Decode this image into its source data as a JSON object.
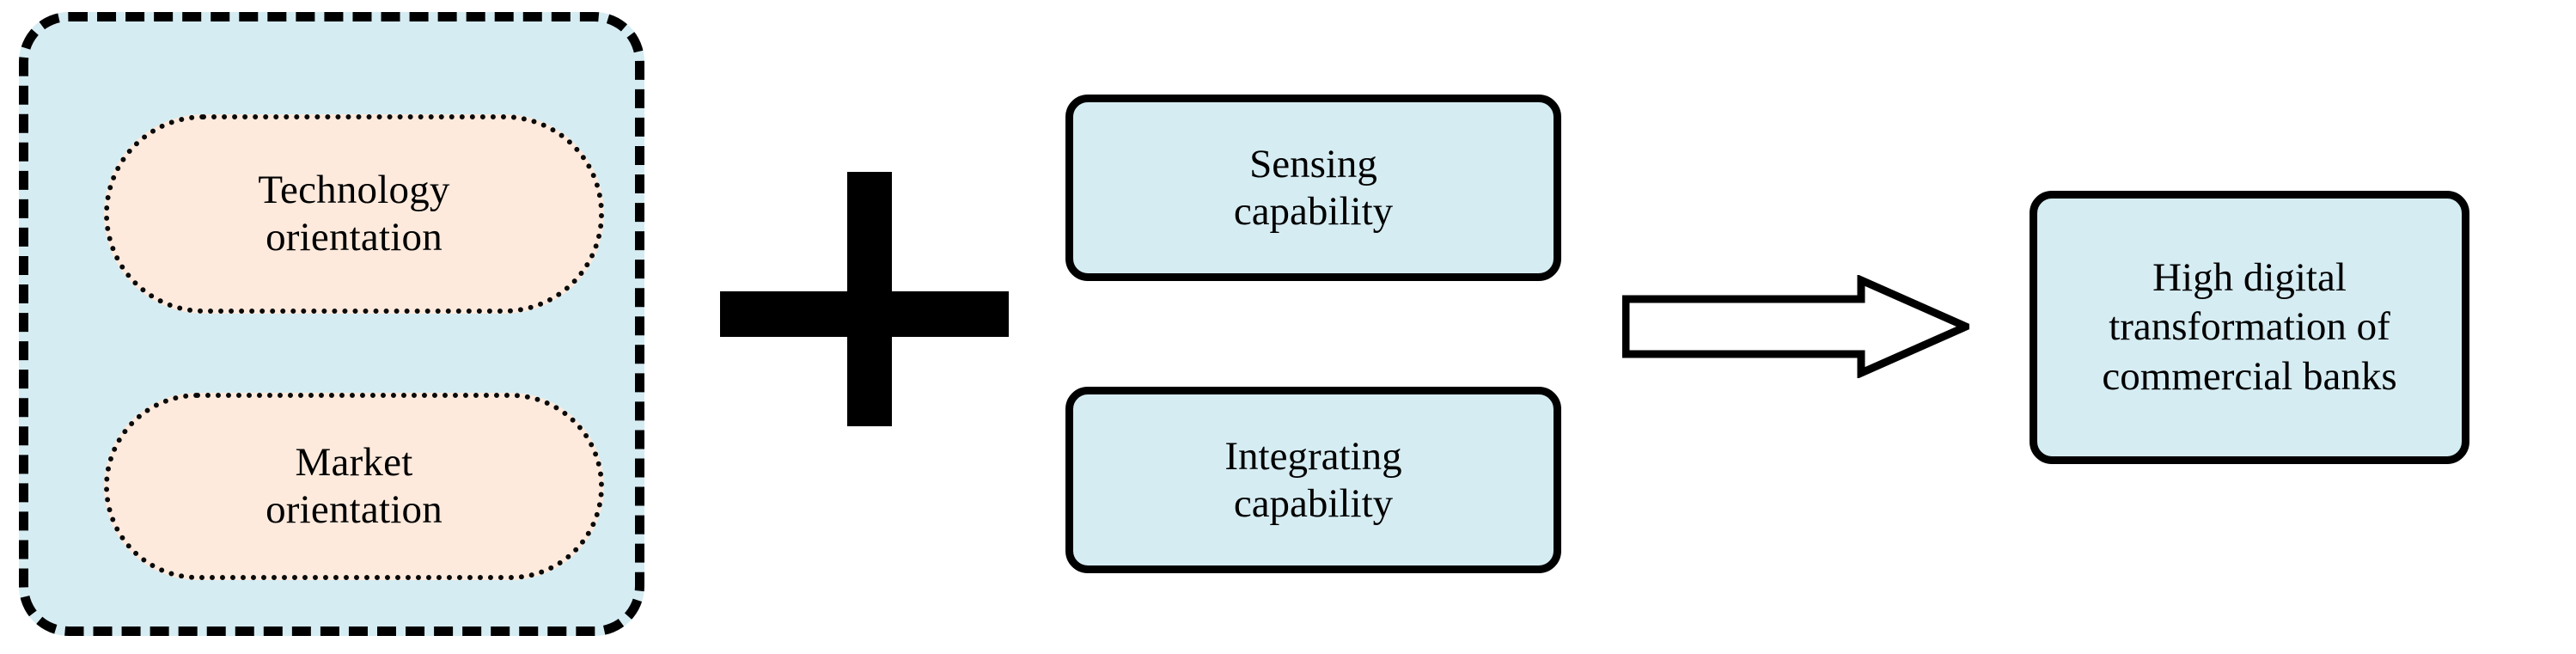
{
  "diagram": {
    "type": "conceptual-flow",
    "colors": {
      "panel_fill": "#d5ecf2",
      "pill_fill": "#fdeadd",
      "stroke": "#000000",
      "background": "#ffffff"
    },
    "antecedent_group": {
      "name": "strategic-orientation-group",
      "border_style": "dashed",
      "items": [
        {
          "label": "Technology\norientation",
          "border_style": "dotted"
        },
        {
          "label": "Market\norientation",
          "border_style": "dotted"
        }
      ]
    },
    "operator": {
      "symbol": "+",
      "name": "plus-operator"
    },
    "capabilities": {
      "name": "dynamic-capabilities-group",
      "items": [
        {
          "label": "Sensing\ncapability"
        },
        {
          "label": "Integrating\ncapability"
        }
      ]
    },
    "connector": {
      "name": "block-arrow",
      "direction": "right",
      "style": "hollow-outline"
    },
    "outcome": {
      "label": "High digital\ntransformation of\ncommercial banks"
    }
  }
}
